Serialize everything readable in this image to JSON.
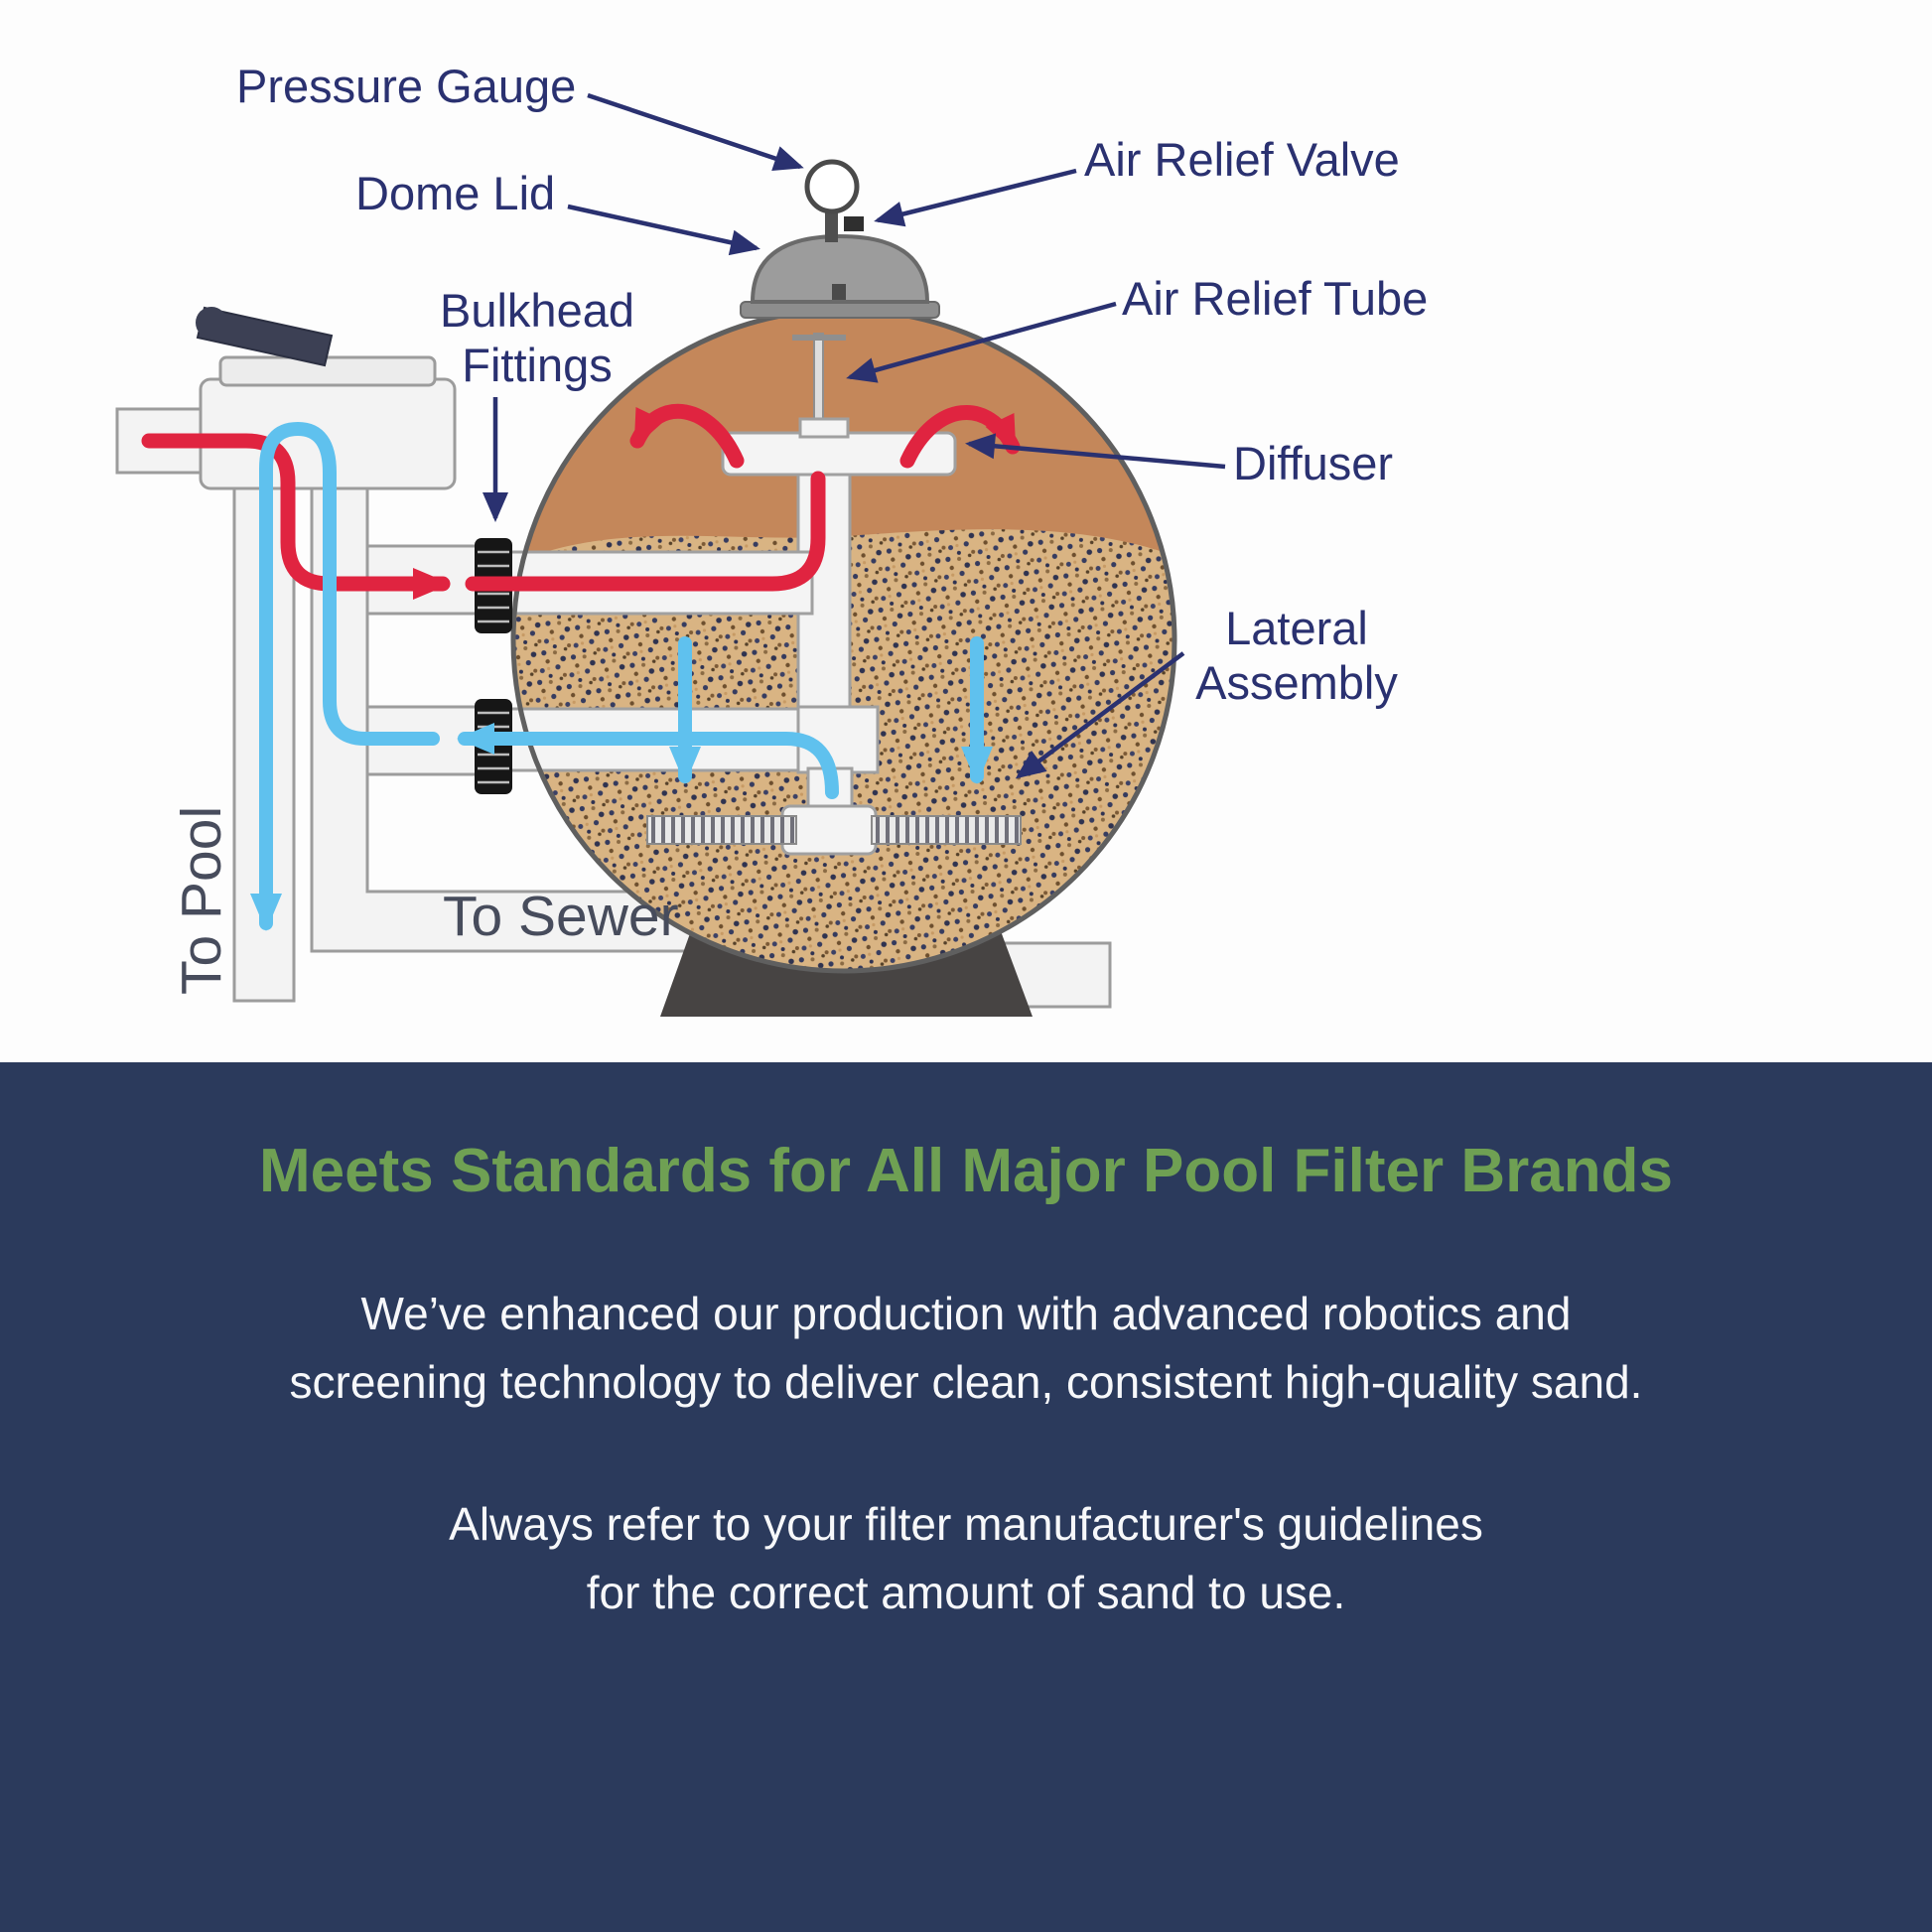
{
  "diagram": {
    "labels": {
      "pressure_gauge": "Pressure Gauge",
      "dome_lid": "Dome Lid",
      "bulkhead_line1": "Bulkhead",
      "bulkhead_line2": "Fittings",
      "air_relief_valve": "Air Relief Valve",
      "air_relief_tube": "Air Relief Tube",
      "diffuser": "Diffuser",
      "lateral_line1": "Lateral",
      "lateral_line2": "Assembly",
      "to_pool": "To Pool",
      "to_sewer": "To Sewer"
    },
    "colors": {
      "label_text": "#2a3170",
      "inlet_flow": "#e02440",
      "outlet_flow": "#5fc1ee",
      "tank_upper": "#c4875a",
      "sand": "#d9b483",
      "dome": "#9c9c9c",
      "base": "#474443"
    }
  },
  "info": {
    "heading": "Meets Standards for All Major Pool Filter Brands",
    "paragraph1_line1": "We’ve enhanced our production with advanced robotics and",
    "paragraph1_line2": "screening technology to deliver clean, consistent high-quality sand.",
    "paragraph2_line1": "Always refer to your filter manufacturer's guidelines",
    "paragraph2_line2": "for the correct amount of sand to use.",
    "colors": {
      "background": "#2b3a5c",
      "heading": "#6fa053",
      "body_text": "#f7f8fa"
    }
  }
}
